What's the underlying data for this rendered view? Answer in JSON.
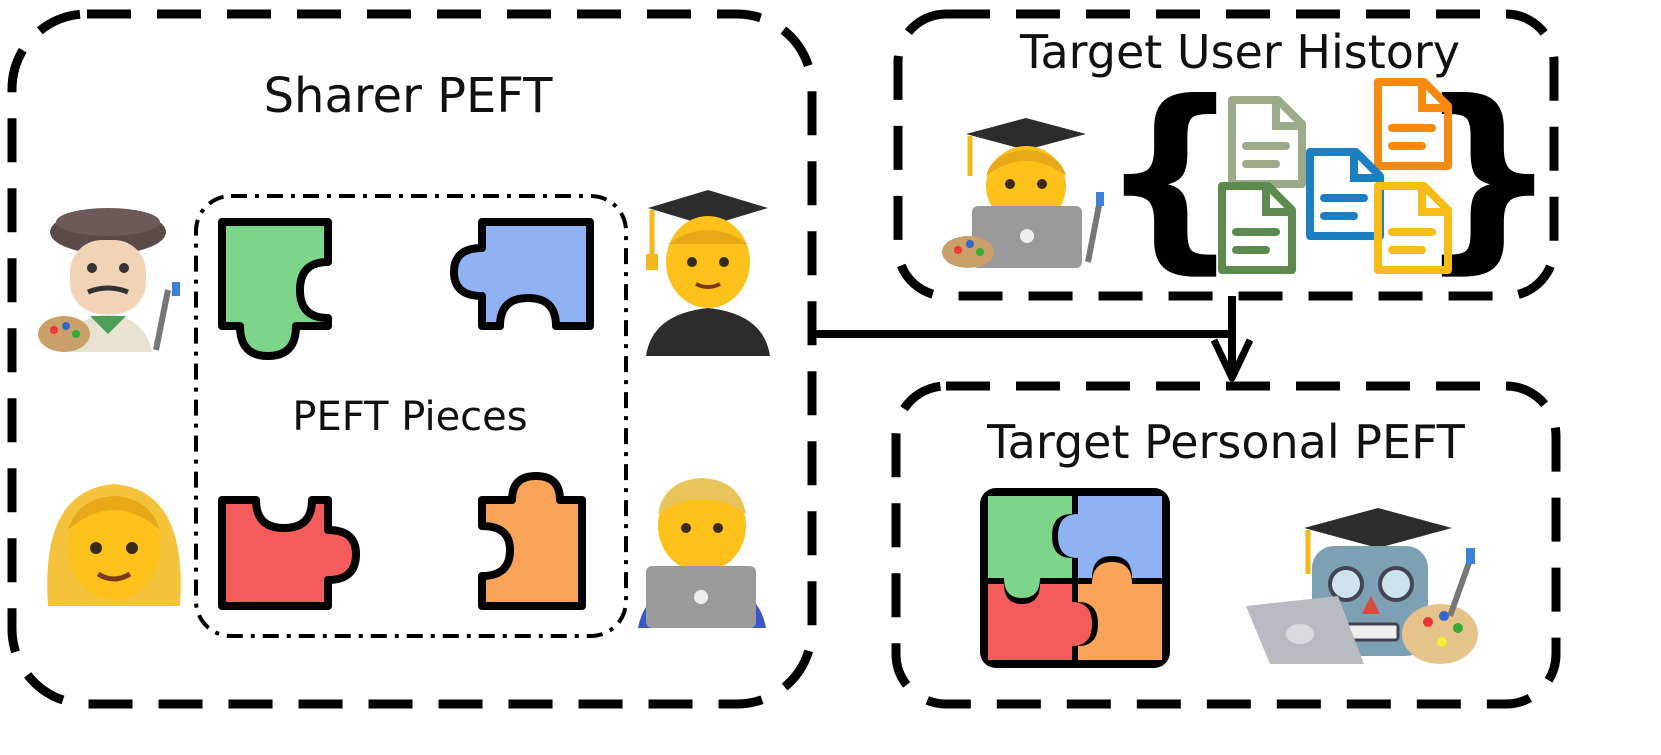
{
  "sharer_panel": {
    "title": "Sharer PEFT"
  },
  "pieces_panel": {
    "title": "PEFT Pieces"
  },
  "history_panel": {
    "title": "Target User History",
    "left_brace": "{",
    "right_brace": "}"
  },
  "target_panel": {
    "title": "Target Personal PEFT"
  },
  "colors": {
    "green": "#7DD58A",
    "blue": "#8FB2F5",
    "red": "#F45C5C",
    "orange": "#F9A35A",
    "outline": "#000000",
    "doc_sage": "#9BAA88",
    "doc_blue": "#1C7FC2",
    "doc_orange": "#F58A12",
    "doc_green": "#5C8A4F",
    "doc_yellow": "#F6BD19"
  },
  "icons": {
    "sharer_painter": "artist-man-icon",
    "sharer_student": "graduate-icon",
    "sharer_woman": "woman-icon",
    "sharer_technologist": "technologist-icon",
    "target_user": "graduate-technologist-artist-icon",
    "target_agent": "robot-graduate-artist-icon"
  }
}
